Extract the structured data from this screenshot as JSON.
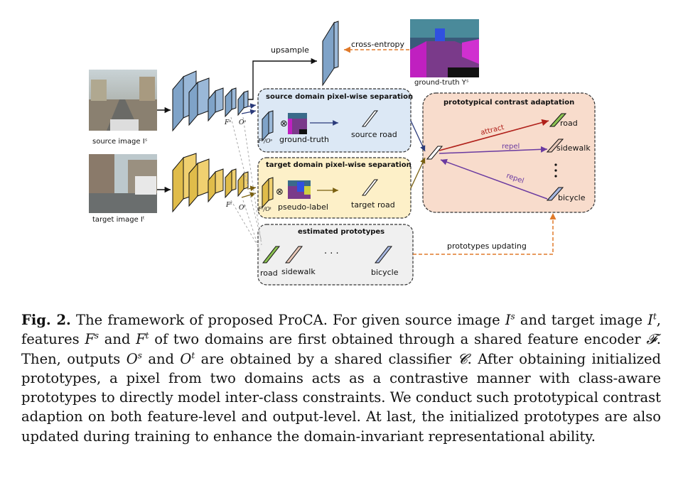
{
  "figure": {
    "labels": {
      "upsample": "upsample",
      "cross_entropy": "cross-entropy",
      "ground_truth_ys": "ground-truth Yˢ",
      "source_image": "source image Iˢ",
      "target_image": "target image Iᵗ",
      "fs": "Fˢ",
      "os": "Oˢ",
      "ft": "Fᵗ",
      "ot": "Oᵗ",
      "fs_os": "Fˢ/Oˢ",
      "ft_ot": "Fᵗ/Oᵗ",
      "source_sep_title": "source domain pixel-wise separation",
      "ground_truth": "ground-truth",
      "source_road": "source road",
      "target_sep_title": "target domain pixel-wise separation",
      "pseudo_label": "pseudo-label",
      "target_road": "target road",
      "est_title": "estimated prototypes",
      "est_road": "road",
      "est_sidewalk": "sidewalk",
      "est_dots": "· · ·",
      "est_bicycle": "bicycle",
      "pca_title": "prototypical contrast adaptation",
      "attract": "attract",
      "repel1": "repel",
      "repel2": "repel",
      "pca_road": "road",
      "pca_sidewalk": "sidewalk",
      "pca_bicycle": "bicycle",
      "prototypes_updating": "prototypes updating"
    },
    "colors": {
      "source_feature": "#7fa3c8",
      "target_feature": "#e0bc4a",
      "source_box": "#dce8f5",
      "target_box": "#fdf0c8",
      "estimated_box": "#f0f0f0",
      "pca_box": "#f8dccc",
      "attract": "#b0201a",
      "repel": "#6a3aa0",
      "update_arrow": "#e07a2a",
      "road_proto": "#8cc152",
      "sidewalk_proto": "#e8c8b8",
      "bicycle_proto": "#a8b8e0"
    }
  },
  "caption": {
    "head": "Fig. 2.",
    "parts": [
      " The framework of proposed ProCA. For given source image ",
      "I",
      "s",
      " and target image ",
      "I",
      "t",
      ", features ",
      "F",
      "s",
      " and ",
      "F",
      "t",
      " of two domains are first obtained through a shared feature encoder ",
      "𝓕",
      ". Then, outputs ",
      "O",
      "s",
      " and ",
      "O",
      "t",
      " are obtained by a shared classifier ",
      "𝓒",
      ". After obtaining initialized prototypes, a pixel from two domains acts as a contrastive manner with class-aware prototypes to directly model inter-class constraints. We conduct such prototypical contrast adaption on both feature-level and output-level. At last, the initialized prototypes are also updated during training to enhance the domain-invariant representational ability."
    ]
  }
}
